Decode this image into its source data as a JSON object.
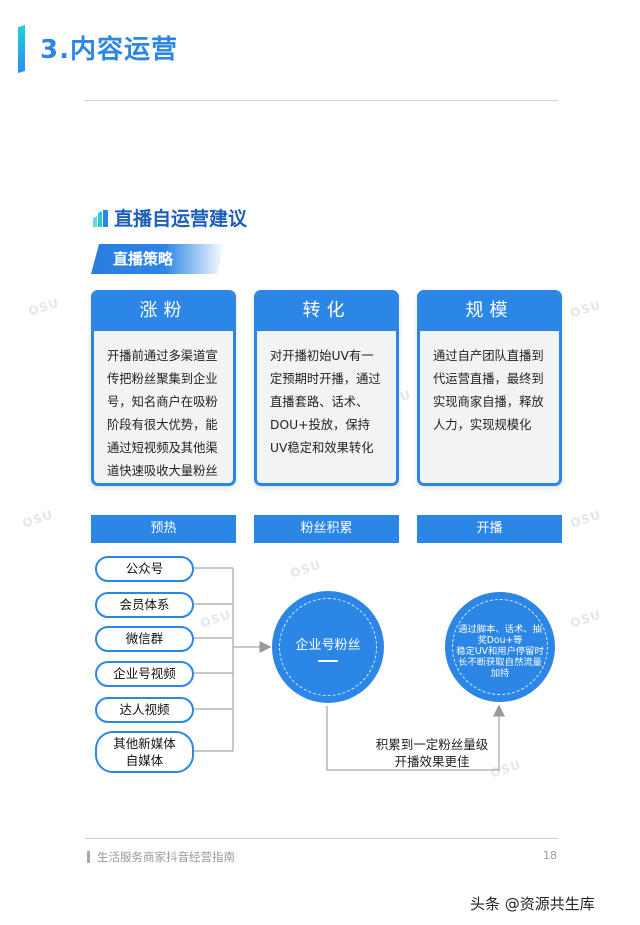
{
  "header": {
    "title": "3.内容运营"
  },
  "section": {
    "title": "直播自运营建议",
    "tag": "直播策略"
  },
  "cards": [
    {
      "title": "涨粉",
      "lines": [
        "开播前通过多渠道宣",
        "传把粉丝聚集到企业",
        "号，知名商户在吸粉",
        "阶段有很大优势，能",
        "通过短视频及其他渠",
        "道快速吸收大量粉丝"
      ]
    },
    {
      "title": "转化",
      "lines": [
        "对开播初始UV有一",
        "定预期时开播，通过",
        "直播套路、话术、",
        "DOU+投放，保持",
        "UV稳定和效果转化"
      ]
    },
    {
      "title": "规模",
      "lines": [
        "通过自产团队直播到",
        "代运营直播，最终到",
        "实现商家自播，释放",
        "人力，实现规模化"
      ]
    }
  ],
  "stages": [
    "预热",
    "粉丝积累",
    "开播"
  ],
  "channels": [
    {
      "lines": [
        "公众号"
      ]
    },
    {
      "lines": [
        "会员体系"
      ]
    },
    {
      "lines": [
        "微信群"
      ]
    },
    {
      "lines": [
        "企业号视频"
      ]
    },
    {
      "lines": [
        "达人视频"
      ]
    },
    {
      "lines": [
        "其他新媒体",
        "自媒体"
      ]
    }
  ],
  "center_circle": {
    "label": "企业号粉丝"
  },
  "right_circle": {
    "lines": [
      "通过脚本、话术、抽",
      "奖Dou+等",
      "稳定UV和用户停留时",
      "长不断获取自然流量",
      "加持"
    ]
  },
  "flow_label": {
    "lines": [
      "积累到一定粉丝量级",
      "开播效果更佳"
    ]
  },
  "footer": {
    "text": "生活服务商家抖音经营指南",
    "page": "18"
  },
  "credit": "头条 @资源共生库",
  "watermark": "OSU",
  "colors": {
    "primary": "#2b86e6",
    "accent": "#1fd0d8",
    "heading": "#1d5fb8"
  }
}
